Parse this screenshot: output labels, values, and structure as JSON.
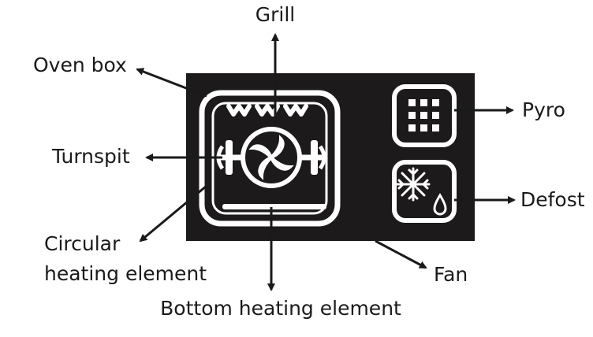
{
  "colors": {
    "panel": "#1c1a1b",
    "symbol": "#ffffff",
    "arrow": "#1a1a1a",
    "text": "#1a1a1a"
  },
  "labels": {
    "grill": "Grill",
    "oven_box": "Oven box",
    "turnspit": "Turnspit",
    "circular_line1": "Circular",
    "circular_line2": "heating element",
    "bottom": "Bottom heating element",
    "fan": "Fan",
    "pyro": "Pyro",
    "defost": "Defost"
  },
  "icons": {
    "oven": "oven-box-icon",
    "grill": "grill-wave-icon",
    "fan": "fan-icon",
    "turnspit": "turnspit-icon",
    "bottom_element": "bottom-heating-element-icon",
    "pyro": "pyro-dots-icon",
    "defost": "defost-snowflake-icon"
  }
}
